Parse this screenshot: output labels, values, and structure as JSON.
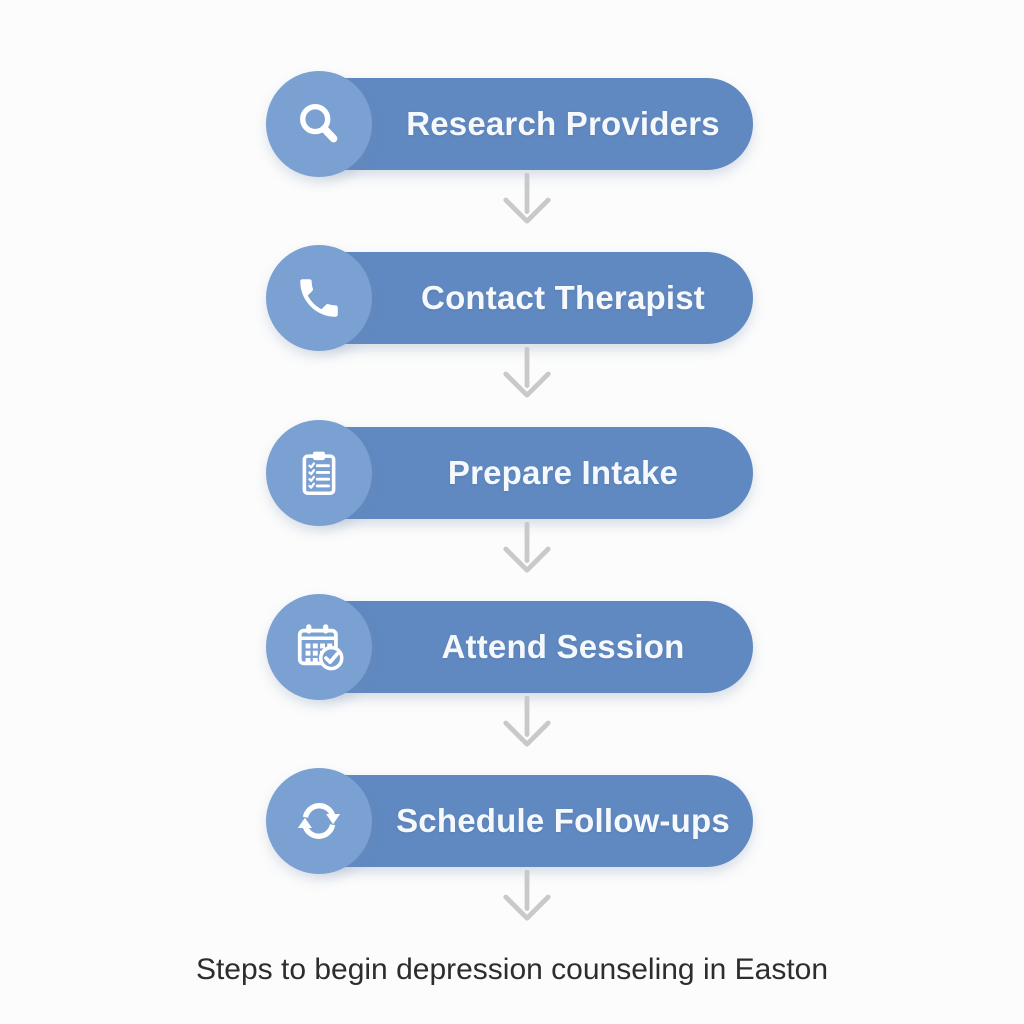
{
  "steps": [
    {
      "label": "Research Providers",
      "icon": "search-icon"
    },
    {
      "label": "Contact Therapist",
      "icon": "phone-icon"
    },
    {
      "label": "Prepare Intake",
      "icon": "clipboard-checklist-icon"
    },
    {
      "label": "Attend Session",
      "icon": "calendar-check-icon"
    },
    {
      "label": "Schedule Follow-ups",
      "icon": "refresh-icon"
    }
  ],
  "connector": "down-arrow",
  "caption": "Steps to begin depression counseling in Easton",
  "colors": {
    "background": "#fcfcfc",
    "pill": "#6189c1",
    "icon_circle": "#7ba0d2",
    "step_text": "#f6f9fc",
    "arrow": "#c9c9c9",
    "caption": "#2d2d30"
  }
}
